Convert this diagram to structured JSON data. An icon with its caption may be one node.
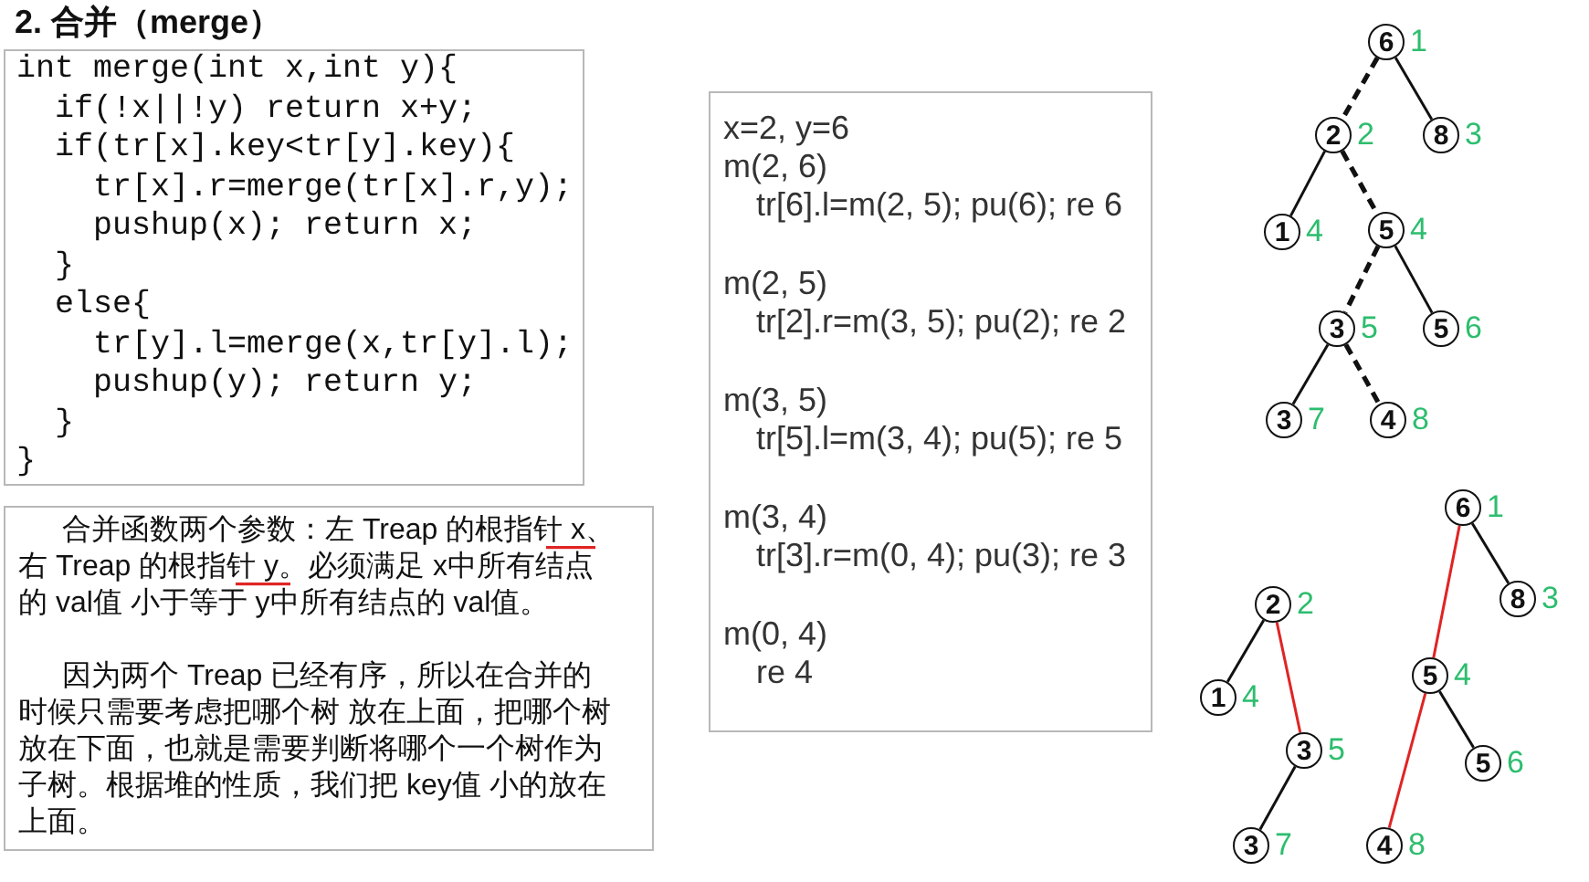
{
  "diagram": {
    "title": "2. 合并（merge）",
    "nodes": [
      {
        "text": [
          "int merge(int x,int y){",
          "if(!x||!y) return x+y;",
          "if(tr[x].key<tr[y].key){",
          "tr[x].r=merge(tr[x].r,y);",
          "pushup(x); return x;",
          "}",
          "else{",
          "tr[y].l=merge(x,tr[y].l);",
          "pushup(y); return y;",
          "}",
          "}"
        ]
      },
      {
        "text": [
          "合并函数两个参数：左 Treap 的根指针 x、右 Treap 的根指针 y。必须满足 x中所有结点的 val值 小于等于 y中所有结点的 val值。",
          "因为两个 Treap 已经有序，所以在合并的时候只需要考虑把哪个树 放在上面，把哪个树放在下面，也就是需要判断将哪个一个树作为子树。根据堆的性质，我们把 key值 小的放在上面。"
        ]
      },
      {
        "text": [
          "x=2, y=6",
          "m(2, 6)",
          "tr[6].l=m(2, 5); pu(6); re 6",
          "m(2, 5)",
          "tr[2].r=m(3, 5); pu(2); re 2",
          "m(3, 5)",
          "tr[5].l=m(3, 4); pu(5); re 5",
          "m(3, 4)",
          "tr[3].r=m(0, 4); pu(3); re 3",
          "m(0, 4)",
          "re 4"
        ]
      },
      {
        "text": [
          "6"
        ],
        "beside": [
          "1"
        ]
      },
      {
        "text": [
          "2"
        ],
        "beside": [
          "2"
        ]
      },
      {
        "text": [
          "8"
        ],
        "beside": [
          "3"
        ]
      },
      {
        "text": [
          "1"
        ],
        "beside": [
          "4"
        ]
      },
      {
        "text": [
          "5"
        ],
        "beside": [
          "4"
        ]
      },
      {
        "text": [
          "3"
        ],
        "beside": [
          "5"
        ]
      },
      {
        "text": [
          "5"
        ],
        "beside": [
          "6"
        ]
      },
      {
        "text": [
          "3"
        ],
        "beside": [
          "7"
        ]
      },
      {
        "text": [
          "4"
        ],
        "beside": [
          "8"
        ]
      },
      {
        "text": [
          "2"
        ],
        "beside": [
          "2"
        ]
      },
      {
        "text": [
          "1"
        ],
        "beside": [
          "4"
        ]
      },
      {
        "text": [
          "3"
        ],
        "beside": [
          "5"
        ]
      },
      {
        "text": [
          "3"
        ],
        "beside": [
          "7"
        ]
      },
      {
        "text": [
          "6"
        ],
        "beside": [
          "1"
        ]
      },
      {
        "text": [
          "8"
        ],
        "beside": [
          "3"
        ]
      },
      {
        "text": [
          "5"
        ],
        "beside": [
          "4"
        ]
      },
      {
        "text": [
          "5"
        ],
        "beside": [
          "6"
        ]
      },
      {
        "text": [
          "4"
        ],
        "beside": [
          "8"
        ]
      }
    ],
    "edges": [
      {
        "from": 3,
        "to": 4,
        "arrow": "none",
        "style": "dashed"
      },
      {
        "from": 3,
        "to": 5,
        "arrow": "none"
      },
      {
        "from": 4,
        "to": 6,
        "arrow": "none"
      },
      {
        "from": 4,
        "to": 7,
        "arrow": "none",
        "style": "dashed"
      },
      {
        "from": 7,
        "to": 8,
        "arrow": "none",
        "style": "dashed"
      },
      {
        "from": 7,
        "to": 9,
        "arrow": "none"
      },
      {
        "from": 8,
        "to": 10,
        "arrow": "none"
      },
      {
        "from": 8,
        "to": 11,
        "arrow": "none",
        "style": "dashed"
      },
      {
        "from": 12,
        "to": 13,
        "arrow": "none"
      },
      {
        "from": 12,
        "to": 14,
        "arrow": "none",
        "color": "#e02424"
      },
      {
        "from": 14,
        "to": 15,
        "arrow": "none"
      },
      {
        "from": 16,
        "to": 18,
        "arrow": "none",
        "color": "#e02424"
      },
      {
        "from": 16,
        "to": 17,
        "arrow": "none"
      },
      {
        "from": 18,
        "to": 19,
        "arrow": "none"
      },
      {
        "from": 18,
        "to": 20,
        "arrow": "none",
        "color": "#e02424"
      }
    ]
  }
}
